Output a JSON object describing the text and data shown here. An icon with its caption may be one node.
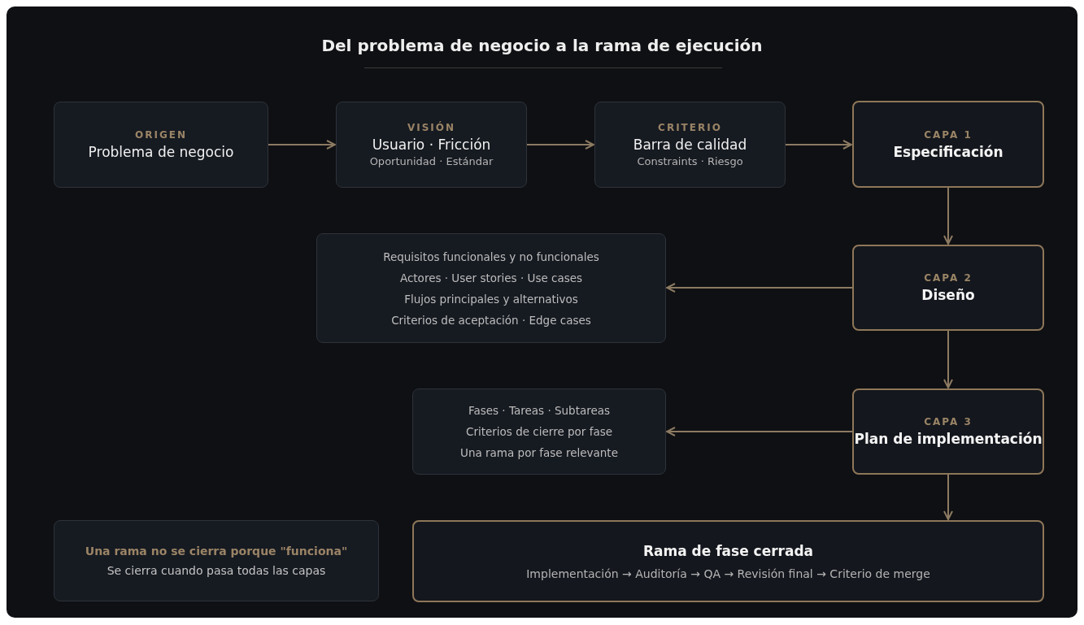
{
  "diagram": {
    "title": "Del problema de negocio a la rama de ejecución",
    "nodes": [
      {
        "text": [
          "ORIGEN",
          "Problema de negocio"
        ]
      },
      {
        "text": [
          "VISIÓN",
          "Usuario · Fricción",
          "Oportunidad · Estándar"
        ]
      },
      {
        "text": [
          "CRITERIO",
          "Barra de calidad",
          "Constraints · Riesgo"
        ]
      },
      {
        "text": [
          "CAPA 1",
          "Especificación"
        ]
      },
      {
        "text": [
          "Requisitos funcionales y no funcionales",
          "Actores · User stories · Use cases",
          "Flujos principales y alternativos",
          "Criterios de aceptación · Edge cases"
        ]
      },
      {
        "text": [
          "CAPA 2",
          "Diseño"
        ]
      },
      {
        "text": [
          "Fases · Tareas · Subtareas",
          "Criterios de cierre por fase",
          "Una rama por fase relevante"
        ]
      },
      {
        "text": [
          "CAPA 3",
          "Plan de implementación"
        ]
      },
      {
        "text": [
          "Una rama no se cierra porque \"funciona\"",
          "Se cierra cuando pasa todas las capas"
        ]
      },
      {
        "text": [
          "Rama de fase cerrada",
          "Implementación → Auditoría → QA → Revisión final → Criterio de merge"
        ]
      }
    ],
    "edges": [
      {
        "from": 0,
        "to": 1,
        "arrow": "to"
      },
      {
        "from": 1,
        "to": 2,
        "arrow": "to"
      },
      {
        "from": 2,
        "to": 3,
        "arrow": "to"
      },
      {
        "from": 3,
        "to": 5,
        "arrow": "to"
      },
      {
        "from": 5,
        "to": 4,
        "arrow": "to"
      },
      {
        "from": 5,
        "to": 7,
        "arrow": "to"
      },
      {
        "from": 7,
        "to": 6,
        "arrow": "to"
      },
      {
        "from": 7,
        "to": 9,
        "arrow": "to"
      }
    ]
  }
}
